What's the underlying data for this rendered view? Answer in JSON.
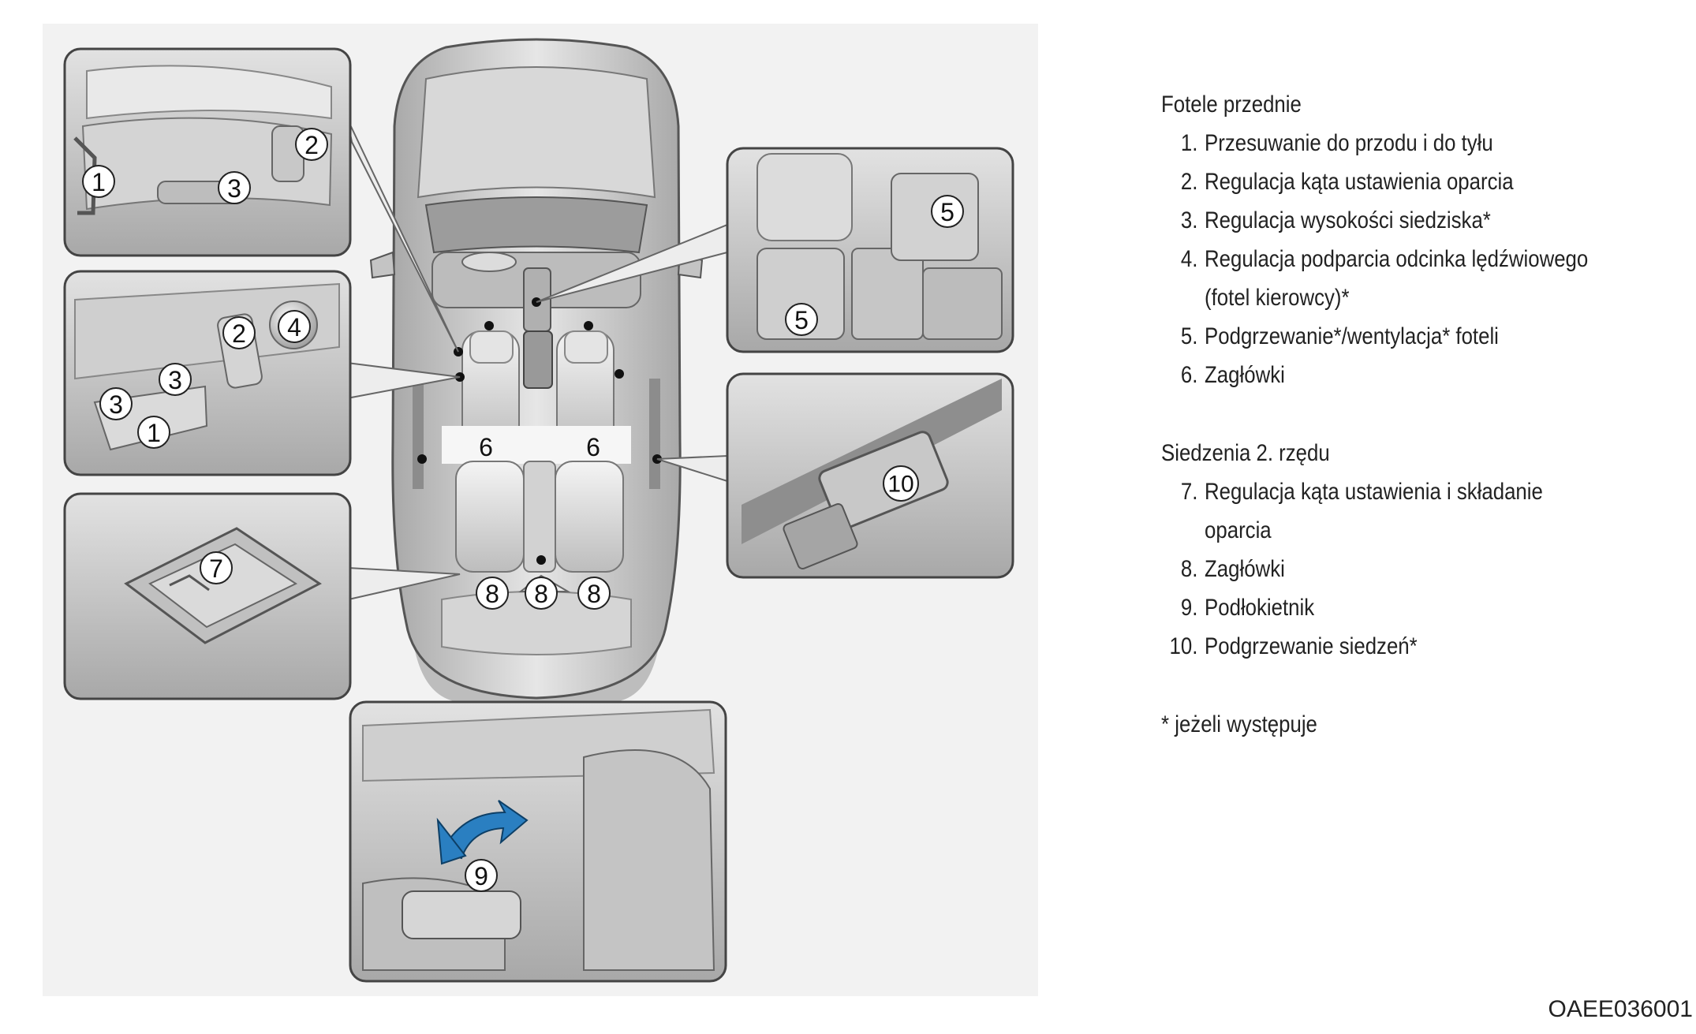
{
  "callouts": {
    "front_seat_1": "1",
    "front_seat_2": "2",
    "front_seat_3": "3",
    "driver_door_2": "2",
    "driver_door_4": "4",
    "driver_door_3a": "3",
    "driver_door_3b": "3",
    "driver_door_1": "1",
    "rear_fold_7": "7",
    "console_5a": "5",
    "console_5b": "5",
    "rear_door_10": "10",
    "headrest_6_left": "6",
    "headrest_6_right": "6",
    "headrest_8_left": "8",
    "headrest_8_center": "8",
    "headrest_8_right": "8",
    "armrest_9": "9"
  },
  "legend": {
    "front_title": "Fotele przednie",
    "front_items": [
      {
        "num": "1.",
        "text": "Przesuwanie do przodu i do tyłu"
      },
      {
        "num": "2.",
        "text": "Regulacja kąta ustawienia oparcia"
      },
      {
        "num": "3.",
        "text": "Regulacja wysokości siedziska*"
      },
      {
        "num": "4.",
        "text": "Regulacja podparcia odcinka lędźwiowego (fotel kierowcy)*"
      },
      {
        "num": "5.",
        "text": "Podgrzewanie*/wentylacja* foteli"
      },
      {
        "num": "6.",
        "text": "Zagłówki"
      }
    ],
    "rear_title": "Siedzenia 2. rzędu",
    "rear_items": [
      {
        "num": "7.",
        "text": "Regulacja kąta ustawienia i składanie oparcia"
      },
      {
        "num": "8.",
        "text": "Zagłówki"
      },
      {
        "num": "9.",
        "text": "Podłokietnik"
      },
      {
        "num": "10.",
        "text": "Podgrzewanie siedzeń*"
      }
    ],
    "footnote": "* jeżeli występuje"
  },
  "figure_code": "OAEE036001",
  "colors": {
    "panel_bg": "#f2f2f2",
    "inset_border": "#444444",
    "car_body": "#cfcfcf",
    "arrow_blue": "#2a7fc1"
  }
}
